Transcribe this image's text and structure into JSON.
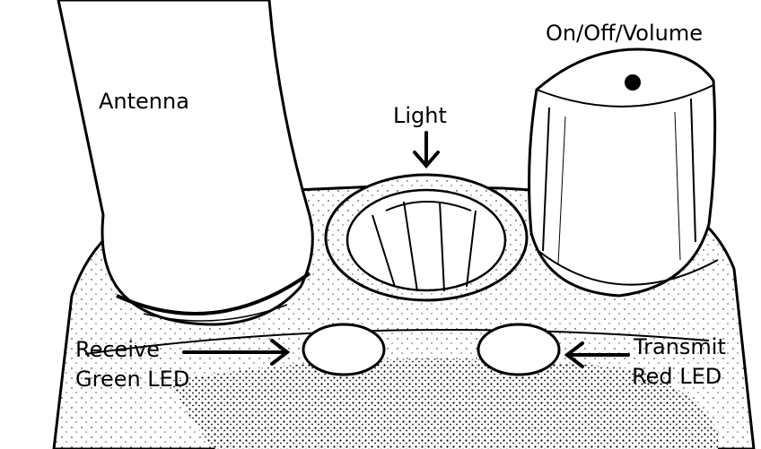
{
  "diagram": {
    "labels": {
      "on_off_volume": "On/Off/Volume",
      "antenna": "Antenna",
      "light": "Light",
      "receive_line1": "Receive",
      "receive_line2": "Green LED",
      "transmit_line1": "Transmit",
      "transmit_line2": "Red LED"
    },
    "colors": {
      "ink": "#000000",
      "paper": "#ffffff",
      "shadow": "#1a1a1a"
    }
  }
}
